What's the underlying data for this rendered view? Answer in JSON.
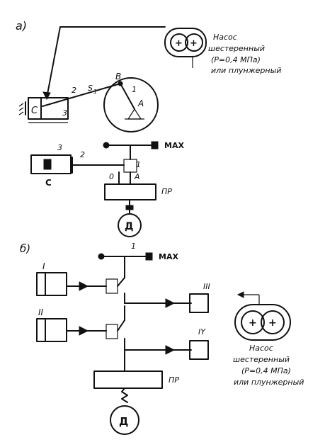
{
  "section_a": {
    "label": "a)",
    "pump": {
      "note_line1": "Насос",
      "note_line2": "шестеренный",
      "note_line3": "(P=0,4 МПа)",
      "note_line4": "или плунжерный",
      "gear_symbol": "+"
    },
    "mechanism": {
      "point_c": "C",
      "point_b": "B",
      "point_a": "A",
      "link_1": "1",
      "link_2": "2",
      "link_3": "3",
      "stroke_label": "S",
      "stroke_sub": "1"
    },
    "circuit": {
      "max_label": "MAX",
      "pos_0": "0",
      "pos_a": "A",
      "num_1": "1",
      "num_2": "2",
      "num_3": "3",
      "cylinder_c": "C",
      "pr_label": "ПР",
      "motor_label": "Д"
    }
  },
  "section_b": {
    "label": "б)",
    "max_label": "MAX",
    "num_1": "1",
    "cyl_1": "I",
    "cyl_2": "II",
    "cyl_3": "III",
    "cyl_4": "IY",
    "pr_label": "ПР",
    "motor_label": "Д",
    "pump": {
      "note_line1": "Насос",
      "note_line2": "шестеренный",
      "note_line3": "(P=0,4 МПа)",
      "note_line4": "или плунжерный",
      "gear_symbol": "+"
    }
  },
  "colors": {
    "ink": "#111111",
    "paper": "#ffffff"
  }
}
